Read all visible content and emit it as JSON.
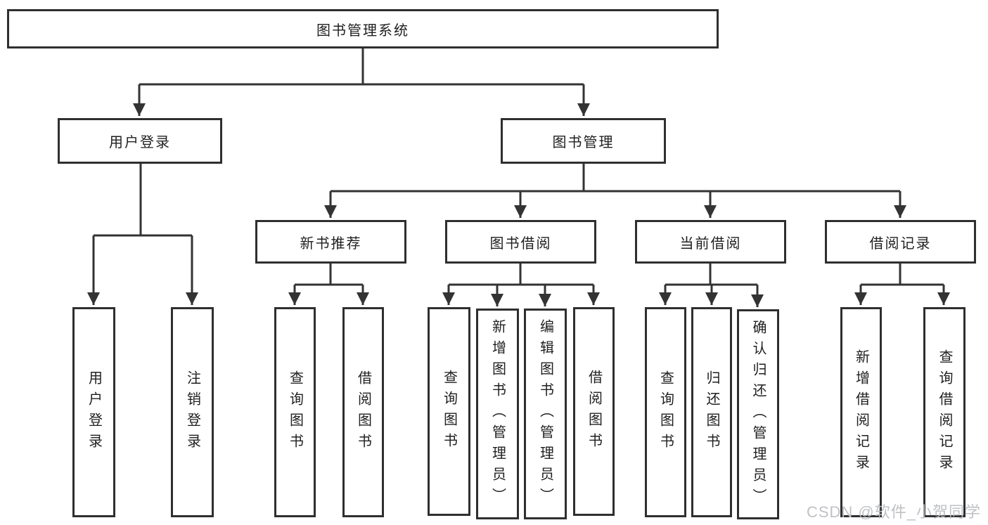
{
  "diagram_type": "hierarchy-tree",
  "tree": {
    "label": "图书管理系统",
    "children": [
      {
        "label": "用户登录",
        "children": [
          {
            "label": "用户登录"
          },
          {
            "label": "注销登录"
          }
        ]
      },
      {
        "label": "图书管理",
        "children": [
          {
            "label": "新书推荐",
            "children": [
              {
                "label": "查询图书"
              },
              {
                "label": "借阅图书"
              }
            ]
          },
          {
            "label": "图书借阅",
            "children": [
              {
                "label": "查询图书"
              },
              {
                "label": "新增图书（管理员）"
              },
              {
                "label": "编辑图书（管理员）"
              },
              {
                "label": "借阅图书"
              }
            ]
          },
          {
            "label": "当前借阅",
            "children": [
              {
                "label": "查询图书"
              },
              {
                "label": "归还图书"
              },
              {
                "label": "确认归还（管理员）"
              }
            ]
          },
          {
            "label": "借阅记录",
            "children": [
              {
                "label": "新增借阅记录"
              },
              {
                "label": "查询借阅记录"
              }
            ]
          }
        ]
      }
    ]
  },
  "watermark": "CSDN @软件_小贺同学",
  "colors": {
    "line": "#333333",
    "box_border": "#2f2f2f",
    "box_fill": "#ffffff",
    "text": "#1f1f1f",
    "watermark": "#bcbec2",
    "background": "#ffffff"
  }
}
